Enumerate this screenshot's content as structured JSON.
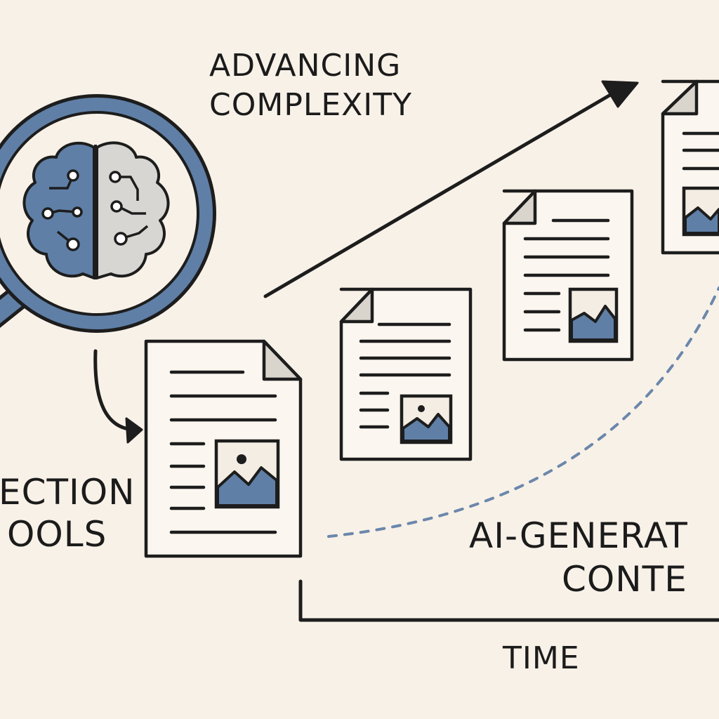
{
  "labels": {
    "advancing_line1": "ADVANCING",
    "advancing_line2": "COMPLEXITY",
    "detection_line1": "ECTION",
    "detection_line2": "OOLS",
    "ai_line1": "AI-GENERAT",
    "ai_line2": "CONTE",
    "time": "TIME"
  },
  "icons": [
    "magnifier-icon",
    "brain-circuit-icon",
    "document-icon",
    "image-icon",
    "arrow-icon"
  ],
  "colors": {
    "background": "#f8f1e8",
    "ink": "#1d1d1d",
    "accent_blue": "#5f7fa6",
    "fold_gray": "#d9d4cc"
  }
}
